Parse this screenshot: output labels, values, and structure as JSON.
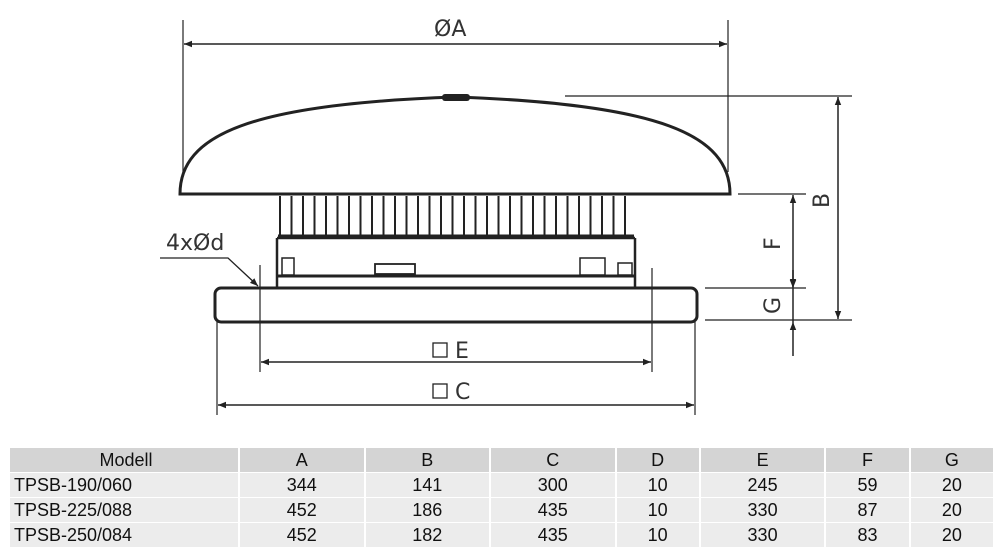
{
  "drawing": {
    "labels": {
      "diameter_a": "ØA",
      "b": "B",
      "f": "F",
      "g": "G",
      "holes": "4xØd",
      "e": "E",
      "c": "C"
    }
  },
  "table": {
    "headers": [
      "Modell",
      "A",
      "B",
      "C",
      "D",
      "E",
      "F",
      "G"
    ],
    "rows": [
      [
        "TPSB-190/060",
        "344",
        "141",
        "300",
        "10",
        "245",
        "59",
        "20"
      ],
      [
        "TPSB-225/088",
        "452",
        "186",
        "435",
        "10",
        "330",
        "87",
        "20"
      ],
      [
        "TPSB-250/084",
        "452",
        "182",
        "435",
        "10",
        "330",
        "83",
        "20"
      ]
    ]
  }
}
